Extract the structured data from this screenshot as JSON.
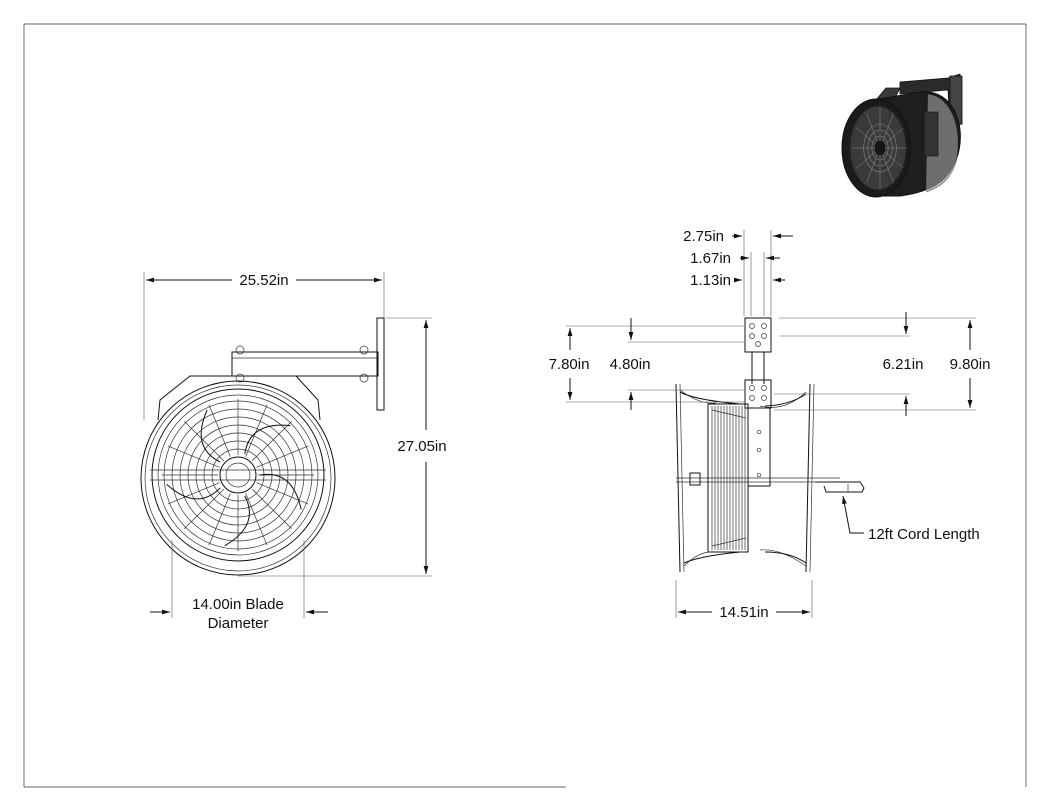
{
  "dimensions": {
    "overall_width": "25.52in",
    "overall_height": "27.05in",
    "blade_diameter_line1": "14.00in Blade",
    "blade_diameter_line2": "Diameter",
    "depth": "14.51in",
    "bracket_2_75": "2.75in",
    "bracket_1_67": "1.67in",
    "bracket_1_13": "1.13in",
    "bracket_7_80": "7.80in",
    "bracket_4_80": "4.80in",
    "bracket_6_21": "6.21in",
    "bracket_9_80": "9.80in",
    "cord_length": "12ft Cord Length"
  },
  "colors": {
    "line": "#111111",
    "background": "#ffffff",
    "render_dark": "#1e1e1e"
  }
}
